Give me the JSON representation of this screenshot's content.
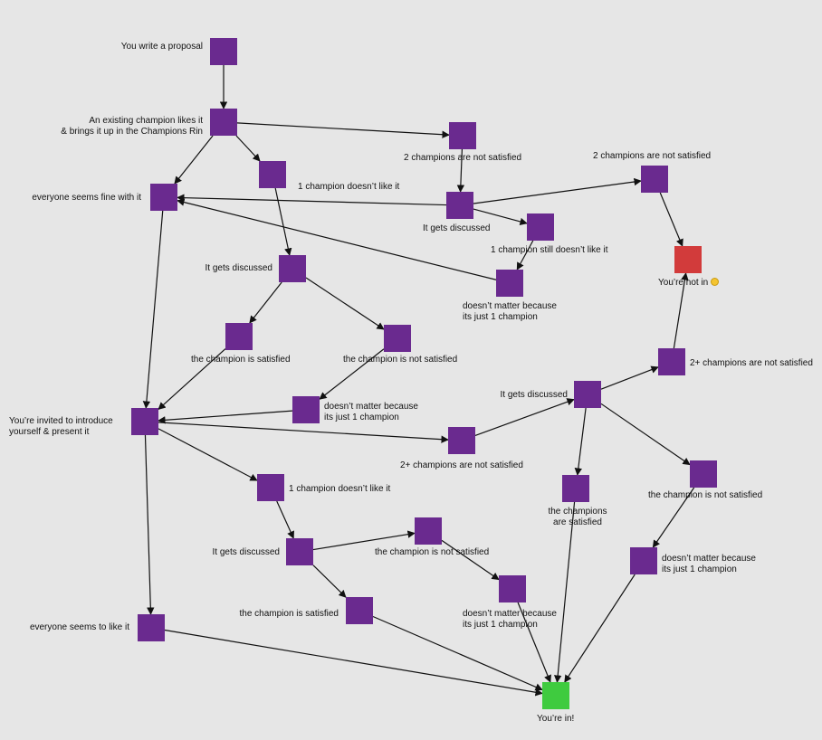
{
  "colors": {
    "node": "#6a2a8f",
    "fail": "#d23b3b",
    "success": "#3fcb3f",
    "edge": "#111111",
    "background": "#e6e6e6"
  },
  "nodes": [
    {
      "id": "propose",
      "label": "You write a proposal"
    },
    {
      "id": "champion_likes",
      "label": "An existing champion likes it",
      "label2": "& brings it up in the Champions Rin"
    },
    {
      "id": "two_not_satisfied_top",
      "label": "2 champions are not satisfied"
    },
    {
      "id": "one_doesnt_like_top",
      "label": "1 champion doesn’t like it"
    },
    {
      "id": "everyone_fine",
      "label": "everyone seems fine with it"
    },
    {
      "id": "discussed_mid",
      "label": "It gets discussed"
    },
    {
      "id": "two_not_satisfied_right",
      "label": "2 champions are not satisfied"
    },
    {
      "id": "still_doesnt_like",
      "label": "1 champion still doesn’t like it"
    },
    {
      "id": "not_in",
      "label": "You’re not in",
      "emoji": "worried-face-emoji"
    },
    {
      "id": "discussed_left",
      "label": "It gets discussed"
    },
    {
      "id": "doesnt_matter_top",
      "label": "doesn’t matter because",
      "label2": "its just 1 champion"
    },
    {
      "id": "champion_satisfied_left",
      "label": "the champion is satisfied"
    },
    {
      "id": "champion_not_satisfied_left",
      "label": "the champion is not satisfied"
    },
    {
      "id": "two_plus_not_satisfied_right",
      "label": "2+ champions are not satisfied"
    },
    {
      "id": "discussed_right",
      "label": "It gets discussed"
    },
    {
      "id": "doesnt_matter_left",
      "label": "doesn’t matter because",
      "label2": "its just 1 champion"
    },
    {
      "id": "invited",
      "label": "You’re invited to introduce",
      "label2": "yourself & present it"
    },
    {
      "id": "two_plus_not_satisfied_mid",
      "label": "2+ champions are not satisfied"
    },
    {
      "id": "champions_satisfied",
      "label": "the champions",
      "label2": "are satisfied"
    },
    {
      "id": "champion_not_satisfied_right",
      "label": "the champion is not satisfied"
    },
    {
      "id": "one_doesnt_like_bottom",
      "label": "1 champion doesn’t like it"
    },
    {
      "id": "discussed_bottom",
      "label": "It gets discussed"
    },
    {
      "id": "champion_not_satisfied_bottom",
      "label": "the champion is not satisfied"
    },
    {
      "id": "doesnt_matter_right",
      "label": "doesn’t matter because",
      "label2": "its just 1 champion"
    },
    {
      "id": "champion_satisfied_bottom",
      "label": "the champion is satisfied"
    },
    {
      "id": "doesnt_matter_bottom",
      "label": "doesn’t matter because",
      "label2": "its just 1 champion"
    },
    {
      "id": "everyone_likes",
      "label": "everyone seems to like it"
    },
    {
      "id": "youre_in",
      "label": "You’re in!"
    }
  ],
  "edges": [
    [
      "propose",
      "champion_likes"
    ],
    [
      "champion_likes",
      "two_not_satisfied_top"
    ],
    [
      "champion_likes",
      "everyone_fine"
    ],
    [
      "champion_likes",
      "one_doesnt_like_top"
    ],
    [
      "two_not_satisfied_top",
      "discussed_mid"
    ],
    [
      "discussed_mid",
      "everyone_fine"
    ],
    [
      "discussed_mid",
      "two_not_satisfied_right"
    ],
    [
      "discussed_mid",
      "still_doesnt_like"
    ],
    [
      "two_not_satisfied_right",
      "not_in"
    ],
    [
      "still_doesnt_like",
      "doesnt_matter_top"
    ],
    [
      "doesnt_matter_top",
      "everyone_fine"
    ],
    [
      "one_doesnt_like_top",
      "discussed_left"
    ],
    [
      "discussed_left",
      "champion_satisfied_left"
    ],
    [
      "discussed_left",
      "champion_not_satisfied_left"
    ],
    [
      "champion_not_satisfied_left",
      "doesnt_matter_left"
    ],
    [
      "champion_satisfied_left",
      "invited"
    ],
    [
      "doesnt_matter_left",
      "invited"
    ],
    [
      "everyone_fine",
      "invited"
    ],
    [
      "invited",
      "two_plus_not_satisfied_mid"
    ],
    [
      "invited",
      "one_doesnt_like_bottom"
    ],
    [
      "invited",
      "everyone_likes"
    ],
    [
      "two_plus_not_satisfied_mid",
      "discussed_right"
    ],
    [
      "discussed_right",
      "two_plus_not_satisfied_right"
    ],
    [
      "two_plus_not_satisfied_right",
      "not_in"
    ],
    [
      "discussed_right",
      "champions_satisfied"
    ],
    [
      "discussed_right",
      "champion_not_satisfied_right"
    ],
    [
      "champion_not_satisfied_right",
      "doesnt_matter_right"
    ],
    [
      "doesnt_matter_right",
      "youre_in"
    ],
    [
      "champions_satisfied",
      "youre_in"
    ],
    [
      "one_doesnt_like_bottom",
      "discussed_bottom"
    ],
    [
      "discussed_bottom",
      "champion_not_satisfied_bottom"
    ],
    [
      "discussed_bottom",
      "champion_satisfied_bottom"
    ],
    [
      "champion_not_satisfied_bottom",
      "doesnt_matter_bottom"
    ],
    [
      "doesnt_matter_bottom",
      "youre_in"
    ],
    [
      "champion_satisfied_bottom",
      "youre_in"
    ],
    [
      "everyone_likes",
      "youre_in"
    ]
  ]
}
